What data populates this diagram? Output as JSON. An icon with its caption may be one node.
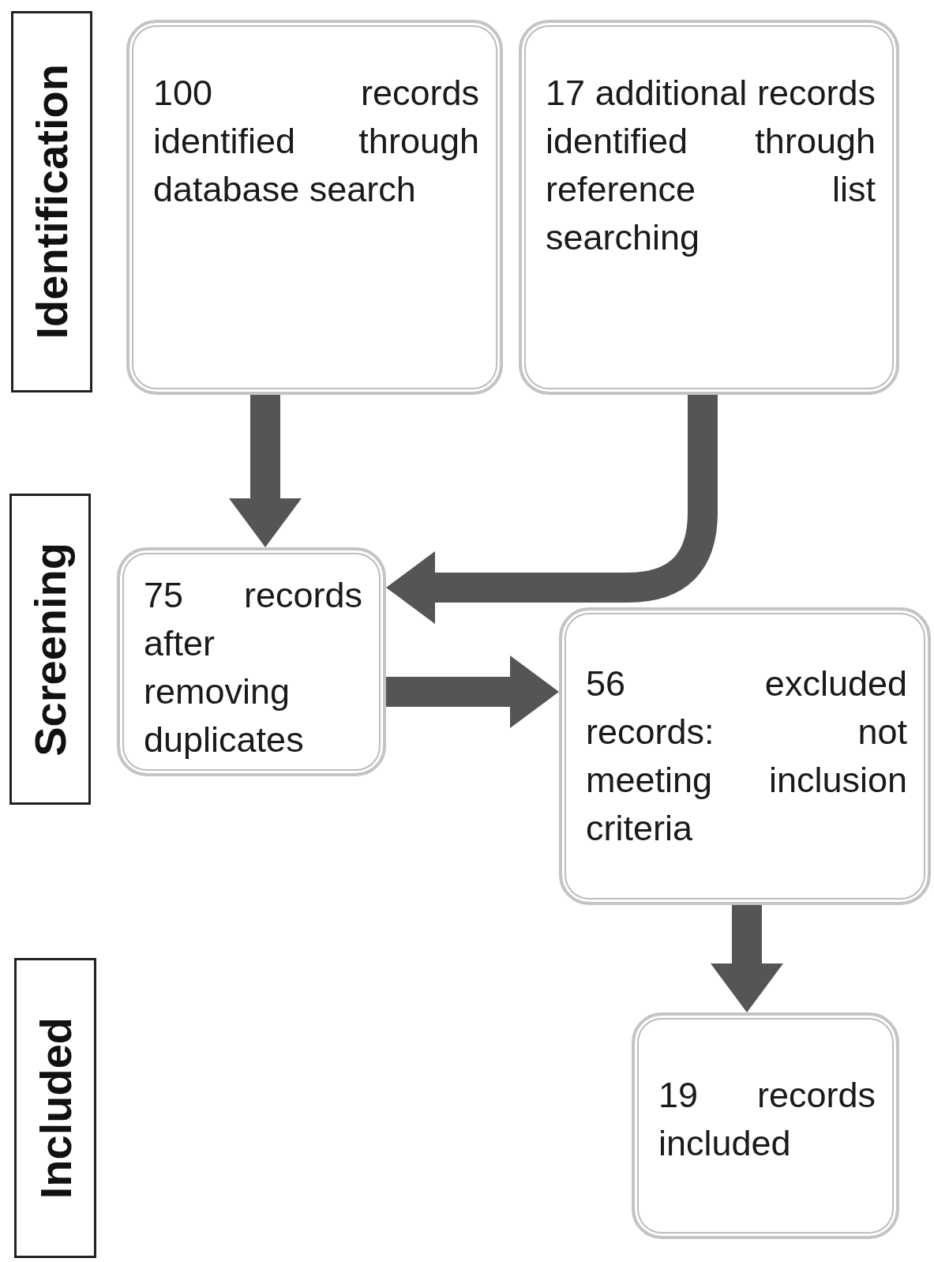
{
  "diagram": {
    "nodes": [
      {
        "text": [
          "Identification"
        ]
      },
      {
        "text": [
          "100 records identified through database search"
        ]
      },
      {
        "text": [
          "17 additional records identified through reference list searching"
        ]
      },
      {
        "text": [
          "Screening"
        ]
      },
      {
        "text": [
          "75 records after removing duplicates"
        ]
      },
      {
        "text": [
          "56 excluded records: not meeting inclusion criteria"
        ]
      },
      {
        "text": [
          "Included"
        ]
      },
      {
        "text": [
          "19 records included"
        ]
      }
    ],
    "edges": [
      {
        "from": 1,
        "to": 4,
        "arrow": "to"
      },
      {
        "from": 2,
        "to": 4,
        "arrow": "to"
      },
      {
        "from": 4,
        "to": 5,
        "arrow": "to"
      },
      {
        "from": 5,
        "to": 7,
        "arrow": "to"
      }
    ]
  }
}
